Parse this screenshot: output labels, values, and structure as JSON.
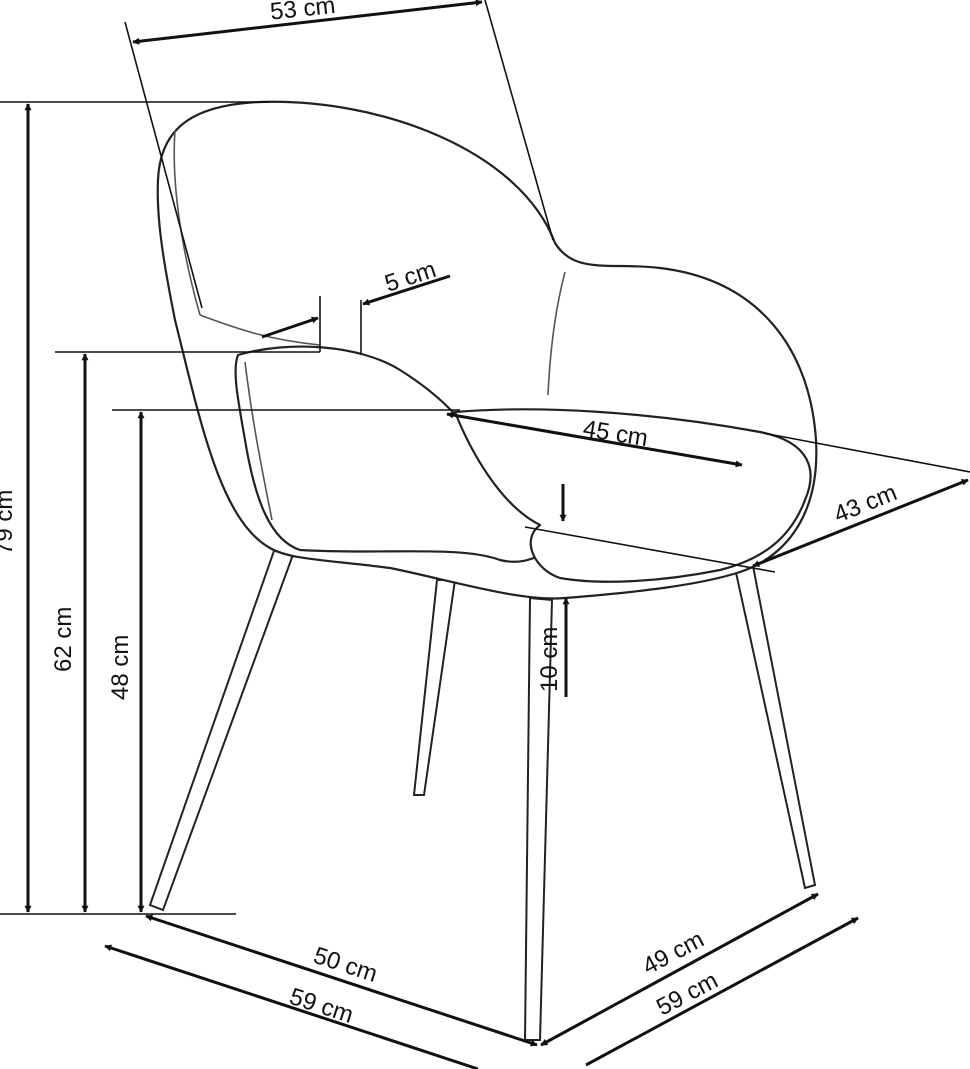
{
  "dimensions": {
    "width_top": "53 cm",
    "total_height": "79 cm",
    "armrest_height": "62 cm",
    "seat_height": "48 cm",
    "armrest_width": "5 cm",
    "seat_width": "45 cm",
    "seat_depth": "43 cm",
    "seat_thickness": "10 cm",
    "leg_span_width": "50 cm",
    "width_total": "59 cm",
    "leg_span_depth": "49 cm",
    "depth_total": "59 cm"
  },
  "colors": {
    "line": "#111111",
    "background": "#ffffff"
  }
}
